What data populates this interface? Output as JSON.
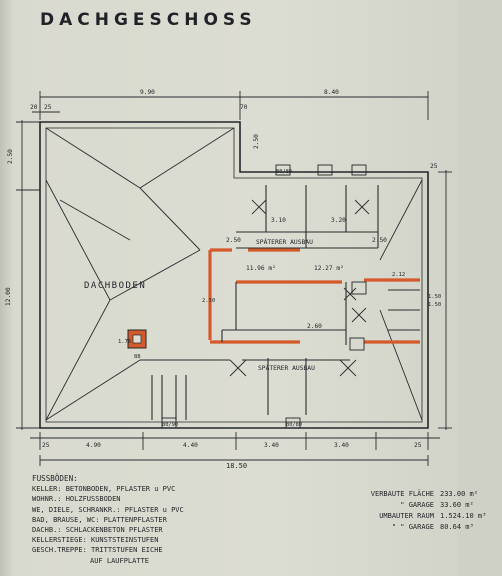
{
  "title": "DACHGESCHOSS",
  "dimensions": {
    "top": [
      "9.90",
      "8.40"
    ],
    "top_small": [
      "20",
      "25",
      "70"
    ],
    "right_margin": "25",
    "left_side": [
      "2.50",
      "12.00"
    ],
    "bottom": [
      "25",
      "4.90",
      "4.40",
      "3.40",
      "3.40",
      "25"
    ],
    "bottom_total": "18.50",
    "inner": [
      "2.50",
      "3.10",
      "3.20",
      "2.50",
      "2.50",
      "1.76",
      "88",
      "2.60",
      "2.50",
      "1.50",
      "1.50",
      "2.12"
    ],
    "bay_codes": [
      "80/90",
      "80/80",
      "80/80"
    ]
  },
  "rooms": {
    "attic": "DACHBODEN",
    "future1": "SPÄTERER AUSBAU",
    "future2": "SPÄTERER AUSBAU",
    "area1": "11.96 m²",
    "area2": "12.27 m²"
  },
  "floors": {
    "title": "FUSSBÖDEN:",
    "lines": [
      "KELLER: BETONBODEN, PFLASTER u PVC",
      "WOHNR.: HOLZFUSSBODEN",
      "WE, DIELE, SCHRANKR.: PFLASTER u PVC",
      "BAD, BRAUSE, WC: PLATTENPFLASTER",
      "DACHB.: SCHLACKENBETON PFLASTER",
      "KELLERSTIEGE: KUNSTSTEINSTUFEN",
      "GESCH.TREPPE: TRITTSTUFEN EICHE",
      "AUF LAUFPLATTE"
    ]
  },
  "areas": [
    {
      "label": "VERBAUTE FLÄCHE",
      "value": "233.00 m²"
    },
    {
      "label": "\"   GARAGE",
      "value": "33.60 m²"
    },
    {
      "label": "UMBAUTER RAUM",
      "value": "1.524.10 m³"
    },
    {
      "label": "\"   \" GARAGE",
      "value": "80.64 m³"
    }
  ],
  "colors": {
    "ink": "#23262a",
    "wall": "#d45a2c",
    "paper": "#dcddd2"
  }
}
